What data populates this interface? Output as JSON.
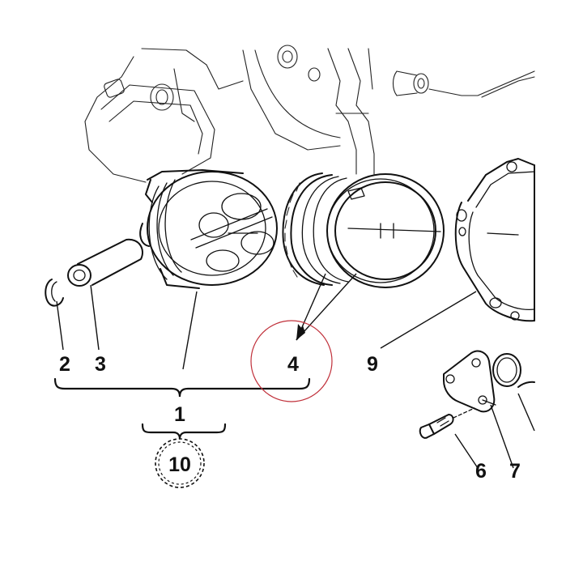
{
  "diagram": {
    "labels": {
      "circlip": "2",
      "piston_pin": "3",
      "piston_assembly": "1",
      "piston_rings": "4",
      "gasket": "9",
      "screw": "6",
      "flange": "7",
      "kit": "10"
    },
    "colors": {
      "line_art": "#111111",
      "highlight_circle": "#c0303a",
      "background": "#ffffff"
    }
  }
}
